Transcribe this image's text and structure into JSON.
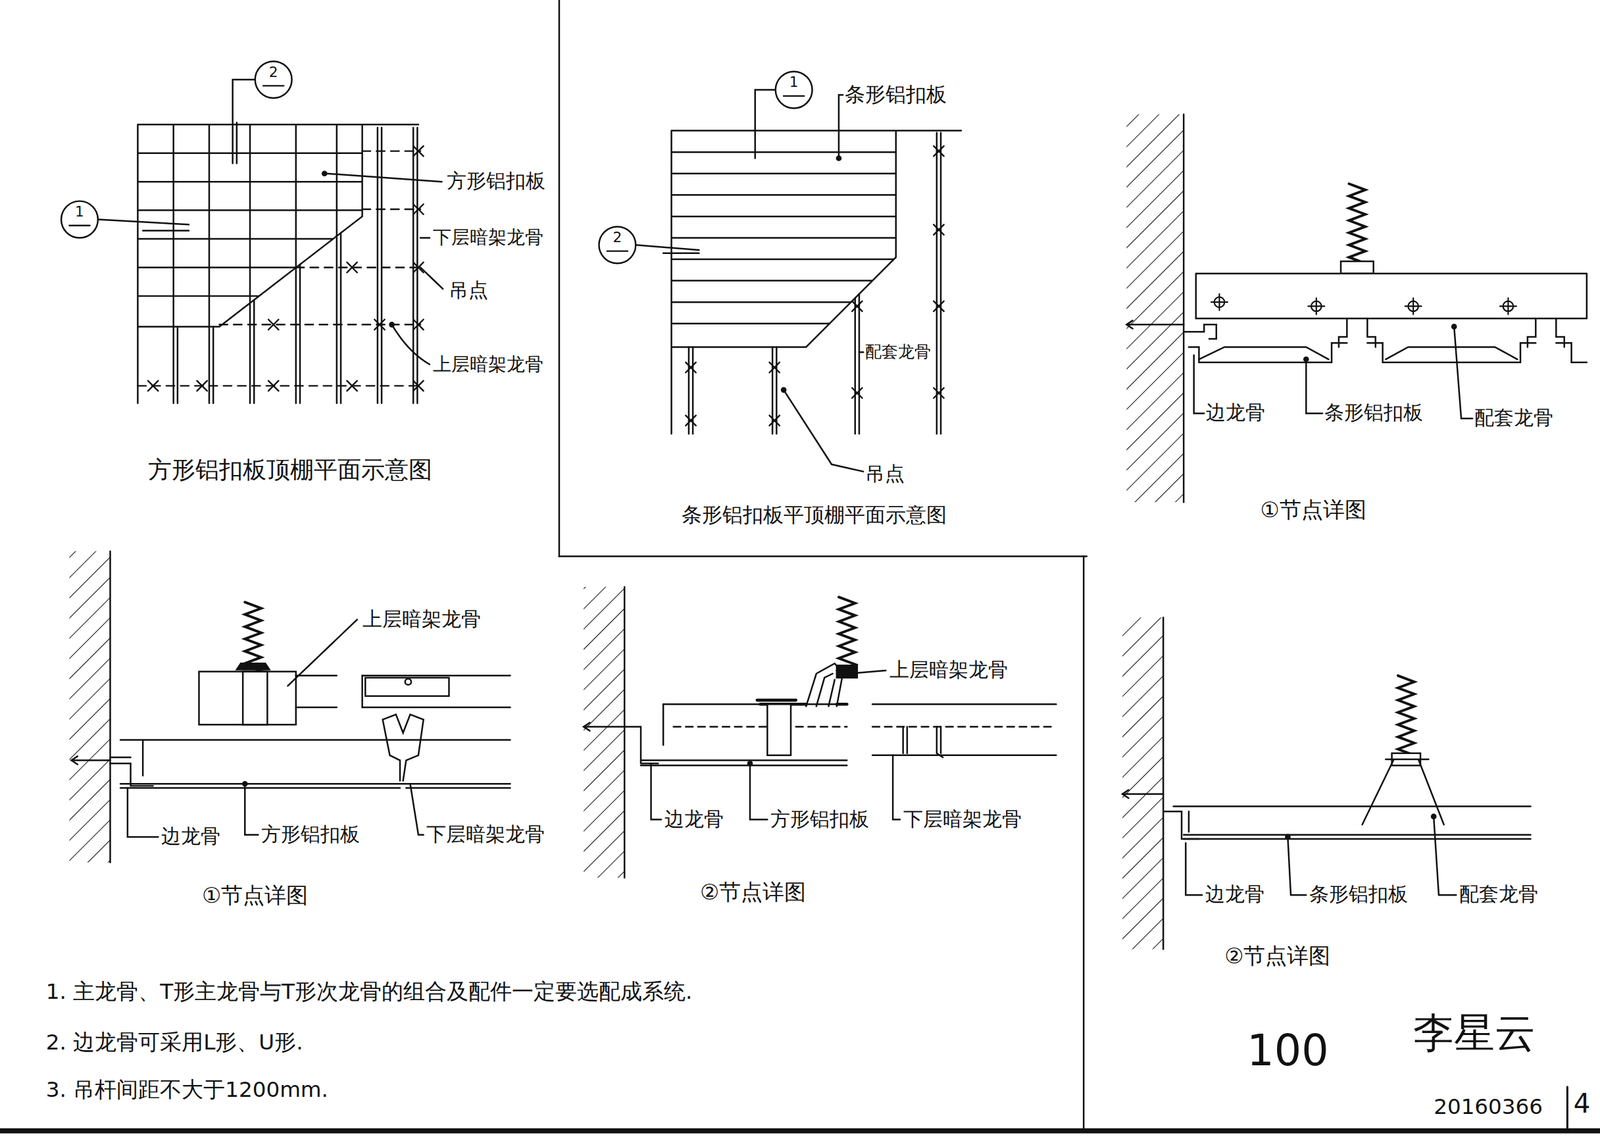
{
  "diagram": {
    "labels": [
      "2",
      "1",
      "方形铝扣板",
      "下层暗架龙骨",
      "吊点",
      "上层暗架龙骨",
      "方形铝扣板顶棚平面示意图",
      "1",
      "条形铝扣板",
      "2",
      "配套龙骨",
      "吊点",
      "条形铝扣板平顶棚平面示意图",
      "边龙骨",
      "条形铝扣板",
      "配套龙骨",
      "①节点详图",
      "上层暗架龙骨",
      "边龙骨",
      "方形铝扣板",
      "下层暗架龙骨",
      "①节点详图",
      "上层暗架龙骨",
      "边龙骨",
      "方形铝扣板",
      "下层暗架龙骨",
      "②节点详图",
      "边龙骨",
      "条形铝扣板",
      "配套龙骨",
      "②节点详图",
      "1. 主龙骨、T形主龙骨与T形次龙骨的组合及配件一定要选配成系统.",
      "2. 边龙骨可采用L形、U形.",
      "3. 吊杆间距不大于1200mm.",
      "100",
      "李星云",
      "20160366",
      "4"
    ]
  }
}
